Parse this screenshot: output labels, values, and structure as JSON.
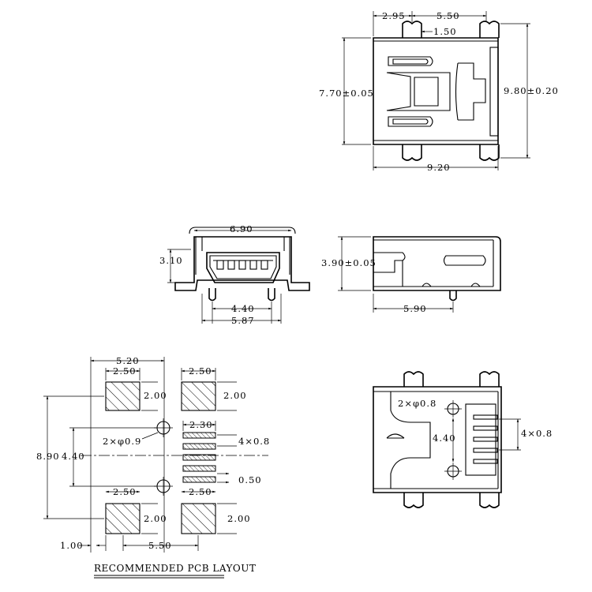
{
  "top_view": {
    "dim_offset": "2.95",
    "dim_slot_pitch": "5.50",
    "dim_slot_width": "1.50",
    "dim_body_height": "7.70±0.05",
    "dim_total_height": "9.80±0.20",
    "dim_width": "9.20"
  },
  "front_view": {
    "dim_opening_width": "6.90",
    "dim_height": "3.10",
    "dim_peg_spacing": "4.40",
    "dim_tab_width": "5.87"
  },
  "side_view": {
    "dim_height": "3.90±0.05",
    "dim_depth": "5.90"
  },
  "pcb_layout": {
    "title": "RECOMMENDED PCB LAYOUT",
    "dim_overall_width": "5.20",
    "pad_width_tl": "2.50",
    "pad_height_tl": "2.00",
    "pad_width_tr": "2.50",
    "pad_height_tr": "2.00",
    "pad_width_bl": "2.50",
    "pad_height_bl": "2.00",
    "pad_width_br": "2.50",
    "pad_height_br": "2.00",
    "signal_pad_length": "2.30",
    "signal_pitch": "4×0.8",
    "signal_pad_width": "0.50",
    "hole_label": "2×φ0.9",
    "dim_overall_height": "8.90",
    "dim_hole_spacing": "4.40",
    "dim_edge_offset": "1.00",
    "dim_pad_pitch": "5.50"
  },
  "bottom_view": {
    "hole_label": "2×φ0.8",
    "dim_hole_spacing": "4.40",
    "pin_pitch": "4×0.8"
  }
}
